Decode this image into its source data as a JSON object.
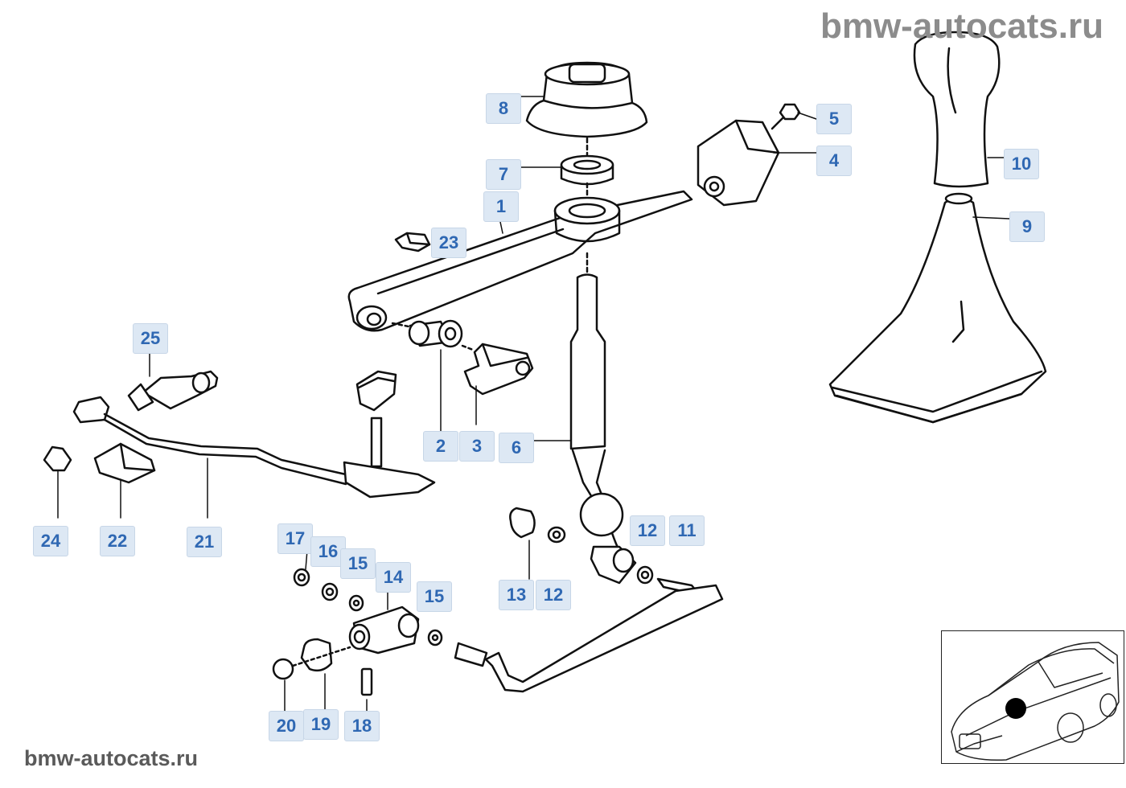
{
  "watermark_top": "bmw-autocats.ru",
  "watermark_bottom": "bmw-autocats.ru",
  "callouts": {
    "c1": "1",
    "c2": "2",
    "c3": "3",
    "c4": "4",
    "c5": "5",
    "c6": "6",
    "c7": "7",
    "c8": "8",
    "c9": "9",
    "c10": "10",
    "c11": "11",
    "c12a": "12",
    "c12b": "12",
    "c13": "13",
    "c14": "14",
    "c15a": "15",
    "c15b": "15",
    "c16": "16",
    "c17": "17",
    "c18": "18",
    "c19": "19",
    "c20": "20",
    "c21": "21",
    "c22": "22",
    "c23": "23",
    "c24": "24",
    "c25": "25"
  },
  "colors": {
    "line": "#111111",
    "callout_bg": "#dde8f4",
    "callout_text": "#2f68b3",
    "watermark": "#8c8c8c"
  }
}
